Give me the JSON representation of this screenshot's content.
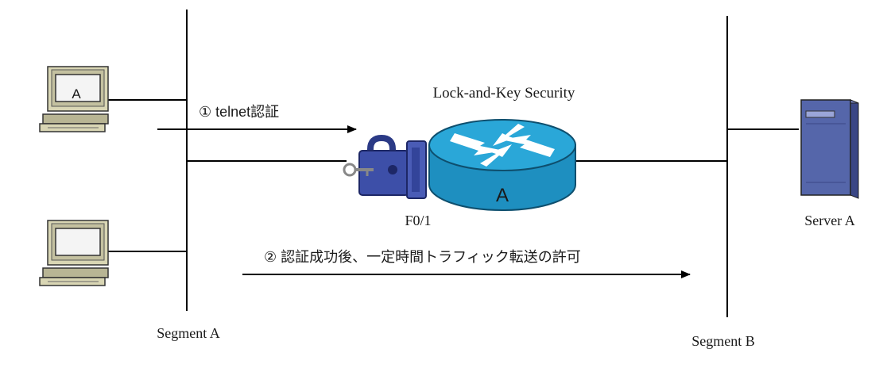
{
  "title": "Lock-and-Key Security",
  "segments": {
    "a_label": "Segment A",
    "b_label": "Segment B"
  },
  "hosts": {
    "pc1_label": "A",
    "pc2_label": ""
  },
  "router": {
    "label": "A",
    "interface_label": "F0/1"
  },
  "server": {
    "label": "Server A"
  },
  "steps": {
    "step1": "① telnet認証",
    "step2": "② 認証成功後、一定時間トラフィック転送の許可"
  },
  "colors": {
    "router_body": "#1e8fc0",
    "router_top": "#2aa7d8",
    "lock": "#3d4fa8",
    "pc_beige": "#d9d6b4",
    "server": "#5566aa",
    "lines": "#000000"
  },
  "icons": {
    "router": "router-icon",
    "lock": "padlock-icon",
    "key": "key-icon",
    "pc": "desktop-computer-icon",
    "server": "server-tower-icon"
  }
}
